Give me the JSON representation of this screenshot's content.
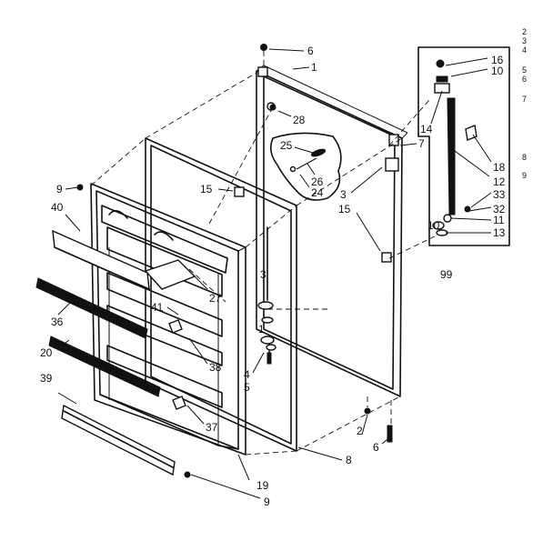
{
  "callouts": [
    {
      "id": "c6a",
      "label": "6"
    },
    {
      "id": "c1",
      "label": "1"
    },
    {
      "id": "c28",
      "label": "28"
    },
    {
      "id": "c25",
      "label": "25"
    },
    {
      "id": "c26",
      "label": "26"
    },
    {
      "id": "c24",
      "label": "24"
    },
    {
      "id": "c7",
      "label": "7"
    },
    {
      "id": "c3a",
      "label": "3"
    },
    {
      "id": "c15a",
      "label": "15"
    },
    {
      "id": "c15b",
      "label": "15"
    },
    {
      "id": "c9a",
      "label": "9"
    },
    {
      "id": "c40",
      "label": "40"
    },
    {
      "id": "c3b",
      "label": "3"
    },
    {
      "id": "c27",
      "label": "27"
    },
    {
      "id": "c36",
      "label": "36"
    },
    {
      "id": "c41",
      "label": "41"
    },
    {
      "id": "c1b",
      "label": "1"
    },
    {
      "id": "c38",
      "label": "38"
    },
    {
      "id": "c4",
      "label": "4"
    },
    {
      "id": "c5",
      "label": "5"
    },
    {
      "id": "c20",
      "label": "20"
    },
    {
      "id": "c39",
      "label": "39"
    },
    {
      "id": "c37",
      "label": "37"
    },
    {
      "id": "c2",
      "label": "2"
    },
    {
      "id": "c6b",
      "label": "6"
    },
    {
      "id": "c8",
      "label": "8"
    },
    {
      "id": "c19",
      "label": "19"
    },
    {
      "id": "c9b",
      "label": "9"
    },
    {
      "id": "c16",
      "label": "16"
    },
    {
      "id": "c10a",
      "label": "10"
    },
    {
      "id": "c14",
      "label": "14"
    },
    {
      "id": "c18",
      "label": "18"
    },
    {
      "id": "c12",
      "label": "12"
    },
    {
      "id": "c33",
      "label": "33"
    },
    {
      "id": "c32",
      "label": "32"
    },
    {
      "id": "c11",
      "label": "11"
    },
    {
      "id": "c10b",
      "label": "10"
    },
    {
      "id": "c13",
      "label": "13"
    },
    {
      "id": "c99",
      "label": "99"
    }
  ],
  "margin_marks": [
    "2",
    "3",
    "4",
    "5",
    "6",
    "7",
    "8",
    "9"
  ]
}
